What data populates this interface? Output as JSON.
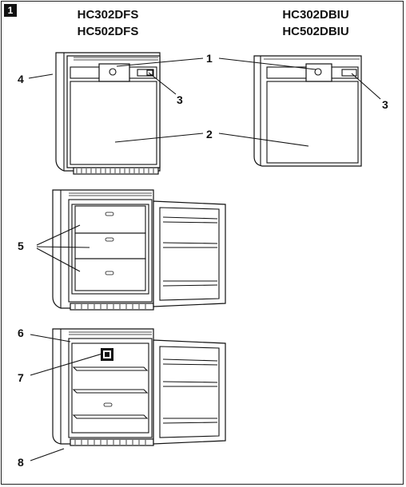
{
  "figure": {
    "badge": "1"
  },
  "models": {
    "left": [
      "HC302DFS",
      "HC502DFS"
    ],
    "right": [
      "HC302DBIU",
      "HC502DBIU"
    ]
  },
  "callouts": {
    "c1": "1",
    "c2": "2",
    "c3a": "3",
    "c3b": "3",
    "c4": "4",
    "c5": "5",
    "c6": "6",
    "c7": "7",
    "c8": "8"
  },
  "colors": {
    "line": "#111111",
    "background": "#ffffff"
  }
}
